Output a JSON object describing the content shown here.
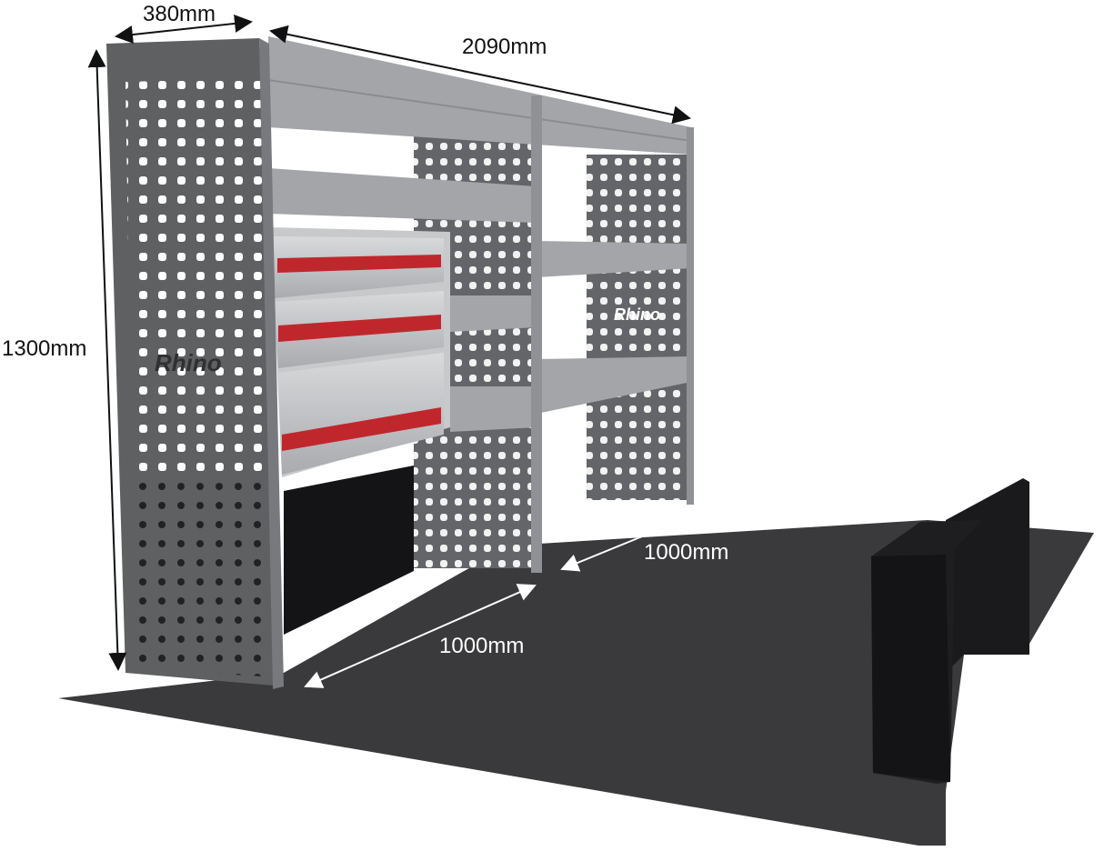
{
  "dimensions": {
    "depth_top": "380mm",
    "width": "2090mm",
    "height": "1300mm",
    "bay_depth_right": "1000mm",
    "bay_depth_left": "1000mm"
  },
  "logo": {
    "brand": "Rhino"
  },
  "colors": {
    "panel": "#5f6062",
    "shelf": "#a3a5a8",
    "drawer_handle": "#c0272d",
    "floor": "#3a3a3c",
    "wheel_arch": "#1c1c1e"
  },
  "icons": [
    "dimension-arrow-icon",
    "perforated-panel",
    "drawer-handle"
  ]
}
